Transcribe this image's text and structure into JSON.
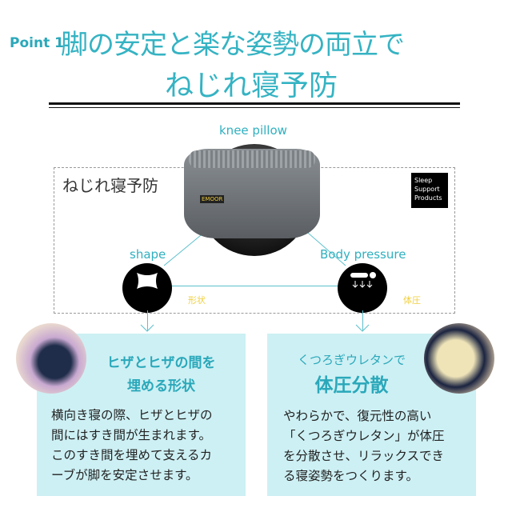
{
  "header": {
    "point": "Point 1",
    "title_line1": "脚の安定と楽な姿勢の両立で",
    "title_line2": "ねじれ寝予防"
  },
  "section": {
    "title": "ねじれ寝予防",
    "badge": [
      "Sleep",
      "Support",
      "Products"
    ],
    "product_label": "knee pillow",
    "logo": "EMOOR"
  },
  "features": [
    {
      "label": "shape",
      "icon": "pillow-shape-icon",
      "icon_label": "形状"
    },
    {
      "label": "Body pressure",
      "icon": "pressure-arrows-icon",
      "icon_label": "体圧"
    }
  ],
  "cards": [
    {
      "heading1": "ヒザとヒザの間を",
      "heading2": "埋める形状",
      "body": [
        "横向き寝の際、ヒザとヒザの",
        "間にはすき間が生まれます。",
        "このすき間を埋めて支えるカ",
        "ーブが脚を安定させます。"
      ]
    },
    {
      "heading1": "くつろぎウレタンで",
      "heading2": "体圧分散",
      "body": [
        "やわらかで、復元性の高い",
        "「くつろぎウレタン」が体圧",
        "を分散させ、リラックスでき",
        "る寝姿勢をつくります。"
      ]
    }
  ],
  "colors": {
    "accent": "#2fb0c0",
    "card_bg": "#cdf0f4",
    "icon_label": "#f0d040"
  }
}
